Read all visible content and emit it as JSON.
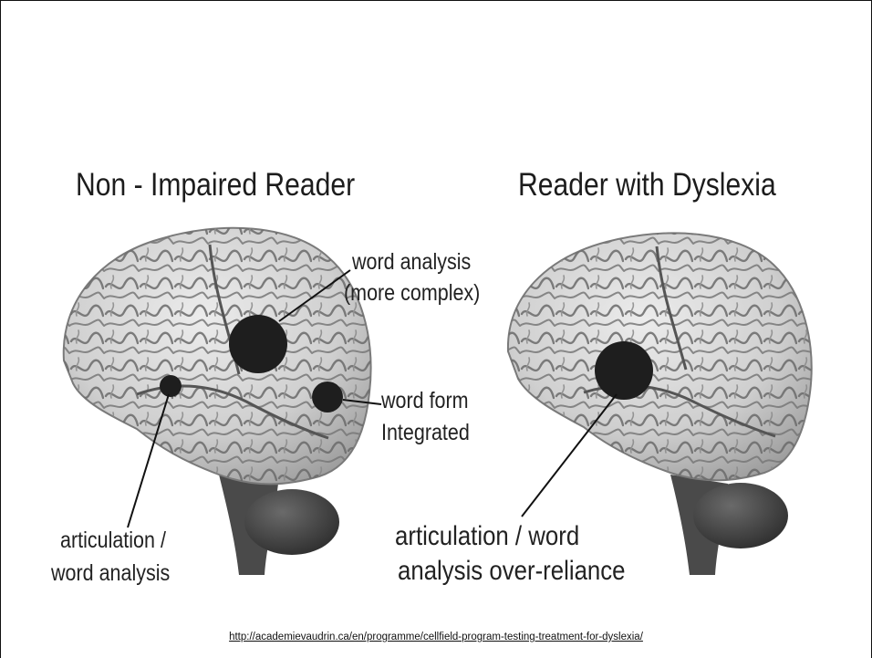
{
  "titles": {
    "left": "Non - Impaired Reader",
    "right": "Reader with Dyslexia"
  },
  "labels": {
    "word_analysis_line1": "word analysis",
    "word_analysis_line2": "(more complex)",
    "word_form_line1": "word form",
    "word_form_line2": "Integrated",
    "articulation_left_line1": "articulation /",
    "articulation_left_line2": "word analysis",
    "dyslexia_line1": "articulation / word",
    "dyslexia_line2": "analysis over-reliance"
  },
  "source_url": "http://academievaudrin.ca/en/programme/cellfield-program-testing-treatment-for-dyslexia/",
  "colors": {
    "brain_fill": "#d2d2d2",
    "brain_shadow": "#8a8a8a",
    "sulci": "#5e5e5e",
    "marker": "#1e1e1e"
  }
}
